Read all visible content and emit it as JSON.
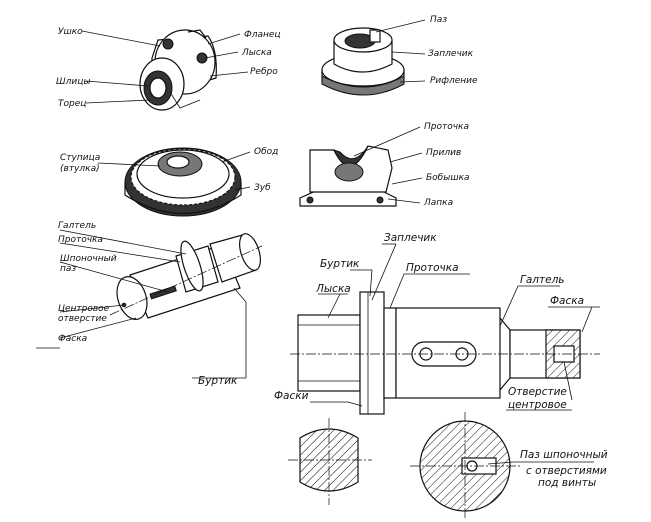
{
  "labels": {
    "ushko": "Ушко",
    "flanets": "Фланец",
    "lyska_top": "Лыска",
    "rebro": "Ребро",
    "shlitsy": "Шлицы",
    "torets": "Торец",
    "paz": "Паз",
    "zaplechik_top": "Заплечик",
    "riflenie": "Рифление",
    "stupitsa_1": "Ступица",
    "stupitsa_2": "(втулка)",
    "obod": "Обод",
    "zub": "Зуб",
    "protochka_mid": "Проточка",
    "priliv": "Прилив",
    "bobyshka": "Бобышка",
    "lapka": "Лапка",
    "galtel_left": "Галтель",
    "protochka_left": "Проточка",
    "shponochny_1": "Шпоночный",
    "shponochny_2": "паз",
    "tsentrovoe_1": "Центровое",
    "tsentrovoe_2": "отверстие",
    "faska_left": "Фаска",
    "burtik_left": "Буртик",
    "zaplechik_draw": "Заплечик",
    "burtik_draw": "Буртик",
    "protochka_draw": "Проточка",
    "lyska_draw": "Лыска",
    "galtel_draw": "Галтель",
    "faska_draw": "Фаска",
    "faski_draw": "Фаски",
    "otverstie_1": "Отверстие",
    "otverstie_2": "центровое",
    "paz_shp_1": "Паз шпоночный",
    "paz_shp_2": "с отверстиями",
    "paz_shp_3": "под винты"
  }
}
